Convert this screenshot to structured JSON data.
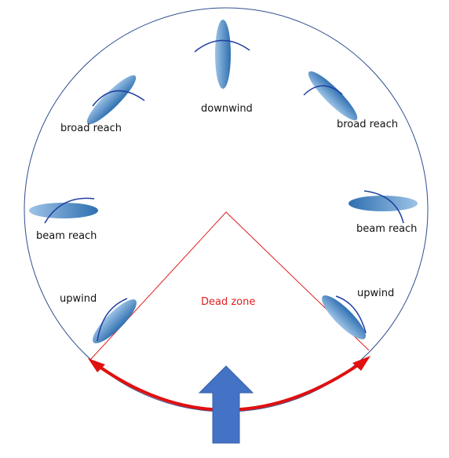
{
  "labels": {
    "downwind": "downwind",
    "broad_reach_left": "broad reach",
    "broad_reach_right": "broad reach",
    "beam_reach_left": "beam reach",
    "beam_reach_right": "beam reach",
    "upwind_left": "upwind",
    "upwind_right": "upwind",
    "dead_zone": "Dead zone"
  },
  "colors": {
    "circle": "#2f4f8f",
    "dead_zone": "#e02020",
    "arrow_red": "#e01010",
    "wind_arrow": "#4472c4",
    "sail_arc": "#1f3fa0",
    "boat_light": "#9dc3e6",
    "boat_dark": "#2e6fb0"
  }
}
